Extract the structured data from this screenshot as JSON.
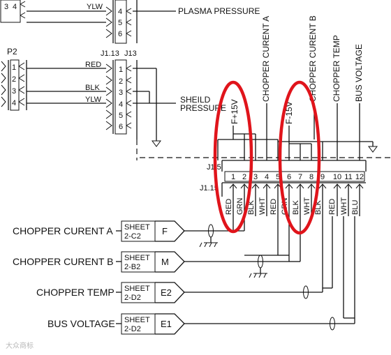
{
  "top_connector": {
    "pin_3": "3",
    "pin_4": "4",
    "ylw": "YLW",
    "pins": [
      "4",
      "5",
      "6"
    ],
    "plasma_pressure": "PLASMA PRESSURE"
  },
  "connector_labels": {
    "j113_left": "J1.13",
    "j113_right": "J13"
  },
  "p2": {
    "label": "P2",
    "pins": [
      "1",
      "2",
      "3",
      "4"
    ],
    "wires": [
      "RED",
      "BLK",
      "YLW"
    ]
  },
  "j13_pins": [
    "1",
    "2",
    "3",
    "4",
    "5",
    "6"
  ],
  "sheild_pressure": {
    "line1": "SHEILD",
    "line2": "PRESSURE"
  },
  "j15": {
    "upper_label": "J1.5",
    "lower_label": "J1.15",
    "pins": [
      "1",
      "2",
      "3",
      "4",
      "5",
      "6",
      "7",
      "8",
      "9",
      "10",
      "11",
      "12"
    ],
    "signals": [
      "F+15V",
      "CHOPPER CURENT A",
      "F-15V",
      "CHOPPER CURENT B",
      "CHOPPER TEMP",
      "BUS VOLTAGE"
    ],
    "wire_colors": [
      "RED",
      "GRN",
      "BLK",
      "WHT",
      "RED",
      "GRN",
      "BLK",
      "WHT",
      "BLK",
      "RED",
      "WHT",
      "BLU"
    ]
  },
  "outputs": [
    {
      "name": "CHOPPER CURENT A",
      "sheet1": "SHEET",
      "sheet2": "2-C2",
      "tag": "F"
    },
    {
      "name": "CHOPPER CURENT B",
      "sheet1": "SHEET",
      "sheet2": "2-B2",
      "tag": "M"
    },
    {
      "name": "CHOPPER TEMP",
      "sheet1": "SHEET",
      "sheet2": "2-D2",
      "tag": "E2"
    },
    {
      "name": "BUS VOLTAGE",
      "sheet1": "SHEET",
      "sheet2": "2-D2",
      "tag": "E1"
    }
  ],
  "watermark": "大众商标",
  "colors": {
    "line": "#111111",
    "highlight": "#e0141b"
  }
}
